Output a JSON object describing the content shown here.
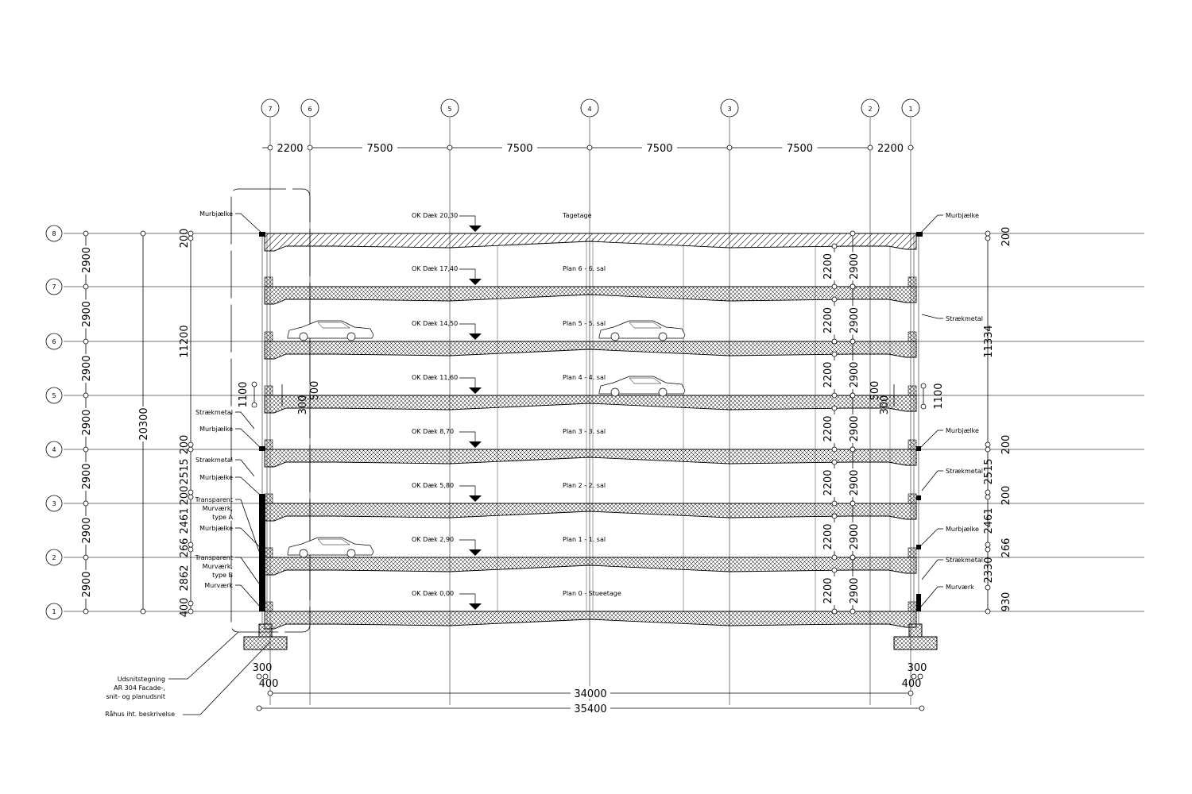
{
  "colors": {
    "ink": "#000000",
    "background": "#ffffff",
    "grid": "#555555"
  },
  "grid_columns": [
    "7",
    "6",
    "5",
    "4",
    "3",
    "2",
    "1"
  ],
  "column_spacings": [
    "2200",
    "7500",
    "7500",
    "7500",
    "7500",
    "2200"
  ],
  "levels": [
    "1",
    "2",
    "3",
    "4",
    "5",
    "6",
    "7",
    "8"
  ],
  "level_labels": [
    {
      "ok": "OK Dæk 0,00",
      "plan": "Plan 0 - Stueetage"
    },
    {
      "ok": "OK Dæk 2,90",
      "plan": "Plan 1 - 1. sal"
    },
    {
      "ok": "OK Dæk 5,80",
      "plan": "Plan 2 - 2. sal"
    },
    {
      "ok": "OK Dæk 8,70",
      "plan": "Plan 3 - 3. sal"
    },
    {
      "ok": "OK Dæk 11,60",
      "plan": "Plan 4 - 4. sal"
    },
    {
      "ok": "OK Dæk 14,50",
      "plan": "Plan 5 - 5. sal"
    },
    {
      "ok": "OK Dæk 17,40",
      "plan": "Plan 6 - 6. sal"
    },
    {
      "ok": "OK Dæk 20,30",
      "plan": "Tagetage"
    }
  ],
  "left_dims": {
    "story": "2900",
    "total": "20300",
    "chain": [
      "400",
      "2862",
      "266",
      "2461",
      "200",
      "2515",
      "200",
      "11200",
      "200"
    ],
    "detail": [
      "1100",
      "300",
      "500"
    ]
  },
  "right_dims": {
    "clear": "2200",
    "story": "2900",
    "chain": [
      "930",
      "2330",
      "266",
      "2461",
      "200",
      "2515",
      "200",
      "11334",
      "200"
    ],
    "detail": [
      "500",
      "300",
      "1100"
    ]
  },
  "bottom_dims": {
    "inner": "34000",
    "outer": "35400",
    "left_a": "300",
    "left_b": "400",
    "right_a": "300",
    "right_b": "400"
  },
  "left_callouts": [
    "Murbjælke",
    "Strækmetal",
    "Murbjælke",
    "Strækmetal",
    "Murbjælke",
    "Transparent\nMurværk,\ntype A",
    "Murbjælke",
    "Transparent\nMurværk,\ntype B",
    "Murværk"
  ],
  "right_callouts": [
    "Murbjælke",
    "Strækmetal",
    "Murbjælke",
    "Strækmetal",
    "Murbjælke",
    "Strækmetal",
    "Murværk"
  ],
  "notes": [
    "Udsnitstegning\nAR 304 Facade-,\nsnit- og planudsnit",
    "Råhus iht. beskrivelse"
  ]
}
